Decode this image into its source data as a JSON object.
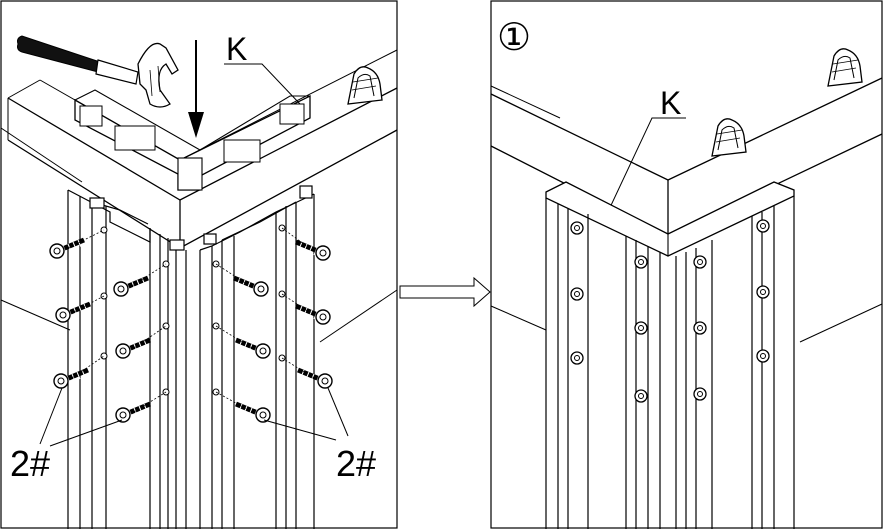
{
  "diagram": {
    "left_panel": {
      "part_label": "K",
      "screw_label_left": "2#",
      "screw_label_right": "2#"
    },
    "right_panel": {
      "step_number": "①",
      "part_label": "K"
    }
  }
}
